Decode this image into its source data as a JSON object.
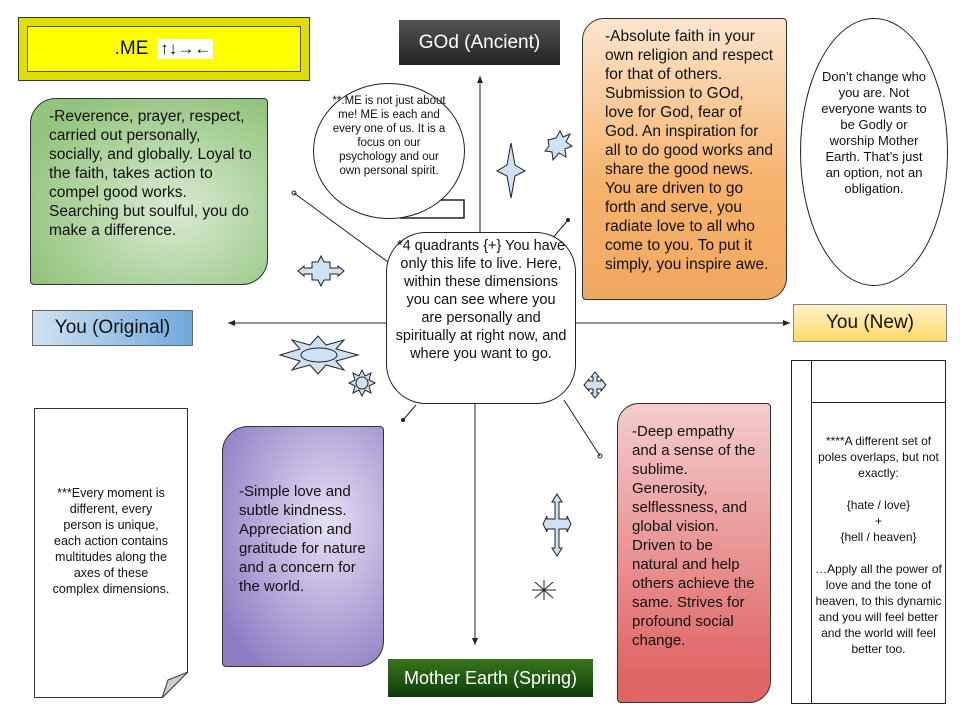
{
  "title_box": {
    "label": ".ME",
    "arrows": "↑↓→←"
  },
  "axes": {
    "top": "GOd (Ancient)",
    "left": "You (Original)",
    "right": "You (New)",
    "bottom": "Mother Earth (Spring)"
  },
  "quadrants": {
    "top_left": "-Reverence, prayer, respect, carried out personally, socially, and globally. Loyal to the faith, takes action to compel good works. Searching but soulful, you do make a difference.",
    "top_right": "-Absolute faith in your own religion and respect for that of others. Submission to GOd, love for God, fear of God. An inspiration for all to do good works and share the good news. You are driven to go forth and serve, you radiate love to all who come to you. To put it simply, you inspire awe.",
    "bottom_left": "-Simple love and subtle kindness. Appreciation and gratitude for nature and a concern for the world.",
    "bottom_right": "-Deep empathy and a sense of the sublime. Generosity, selflessness, and global vision. Driven to be natural and help others achieve the same. Strives for profound social change."
  },
  "notes": {
    "bubble": "**.ME is not just about me! ME is each and every one of us. It is a focus on our psychology and our own personal spirit.",
    "center": "*4 quadrants {+} You have only this life to live. Here, within these dimensions you can see where you are personally and spiritually at right now, and where you want to go.",
    "ellipse": "Don’t change who you are. Not everyone wants to be Godly or worship Mother Earth. That’s just an option, not an obligation.",
    "page": "***Every moment is different, every person is unique, each action contains multitudes along the axes of these complex dimensions.",
    "table": "****A different set of poles overlaps, but not exactly:\n\n{hate / love}\n+\n{hell / heaven}\n\n…Apply all the power of love and the tone of heaven, to this dynamic and you will feel better and the world will feel better too."
  },
  "colors": {
    "shape_fill": "#cfe2f3",
    "yellow": "#ffff00",
    "green": "#93c47d",
    "orange": "#f6b26b",
    "purple": "#8e7cc3",
    "red": "#e06666"
  }
}
